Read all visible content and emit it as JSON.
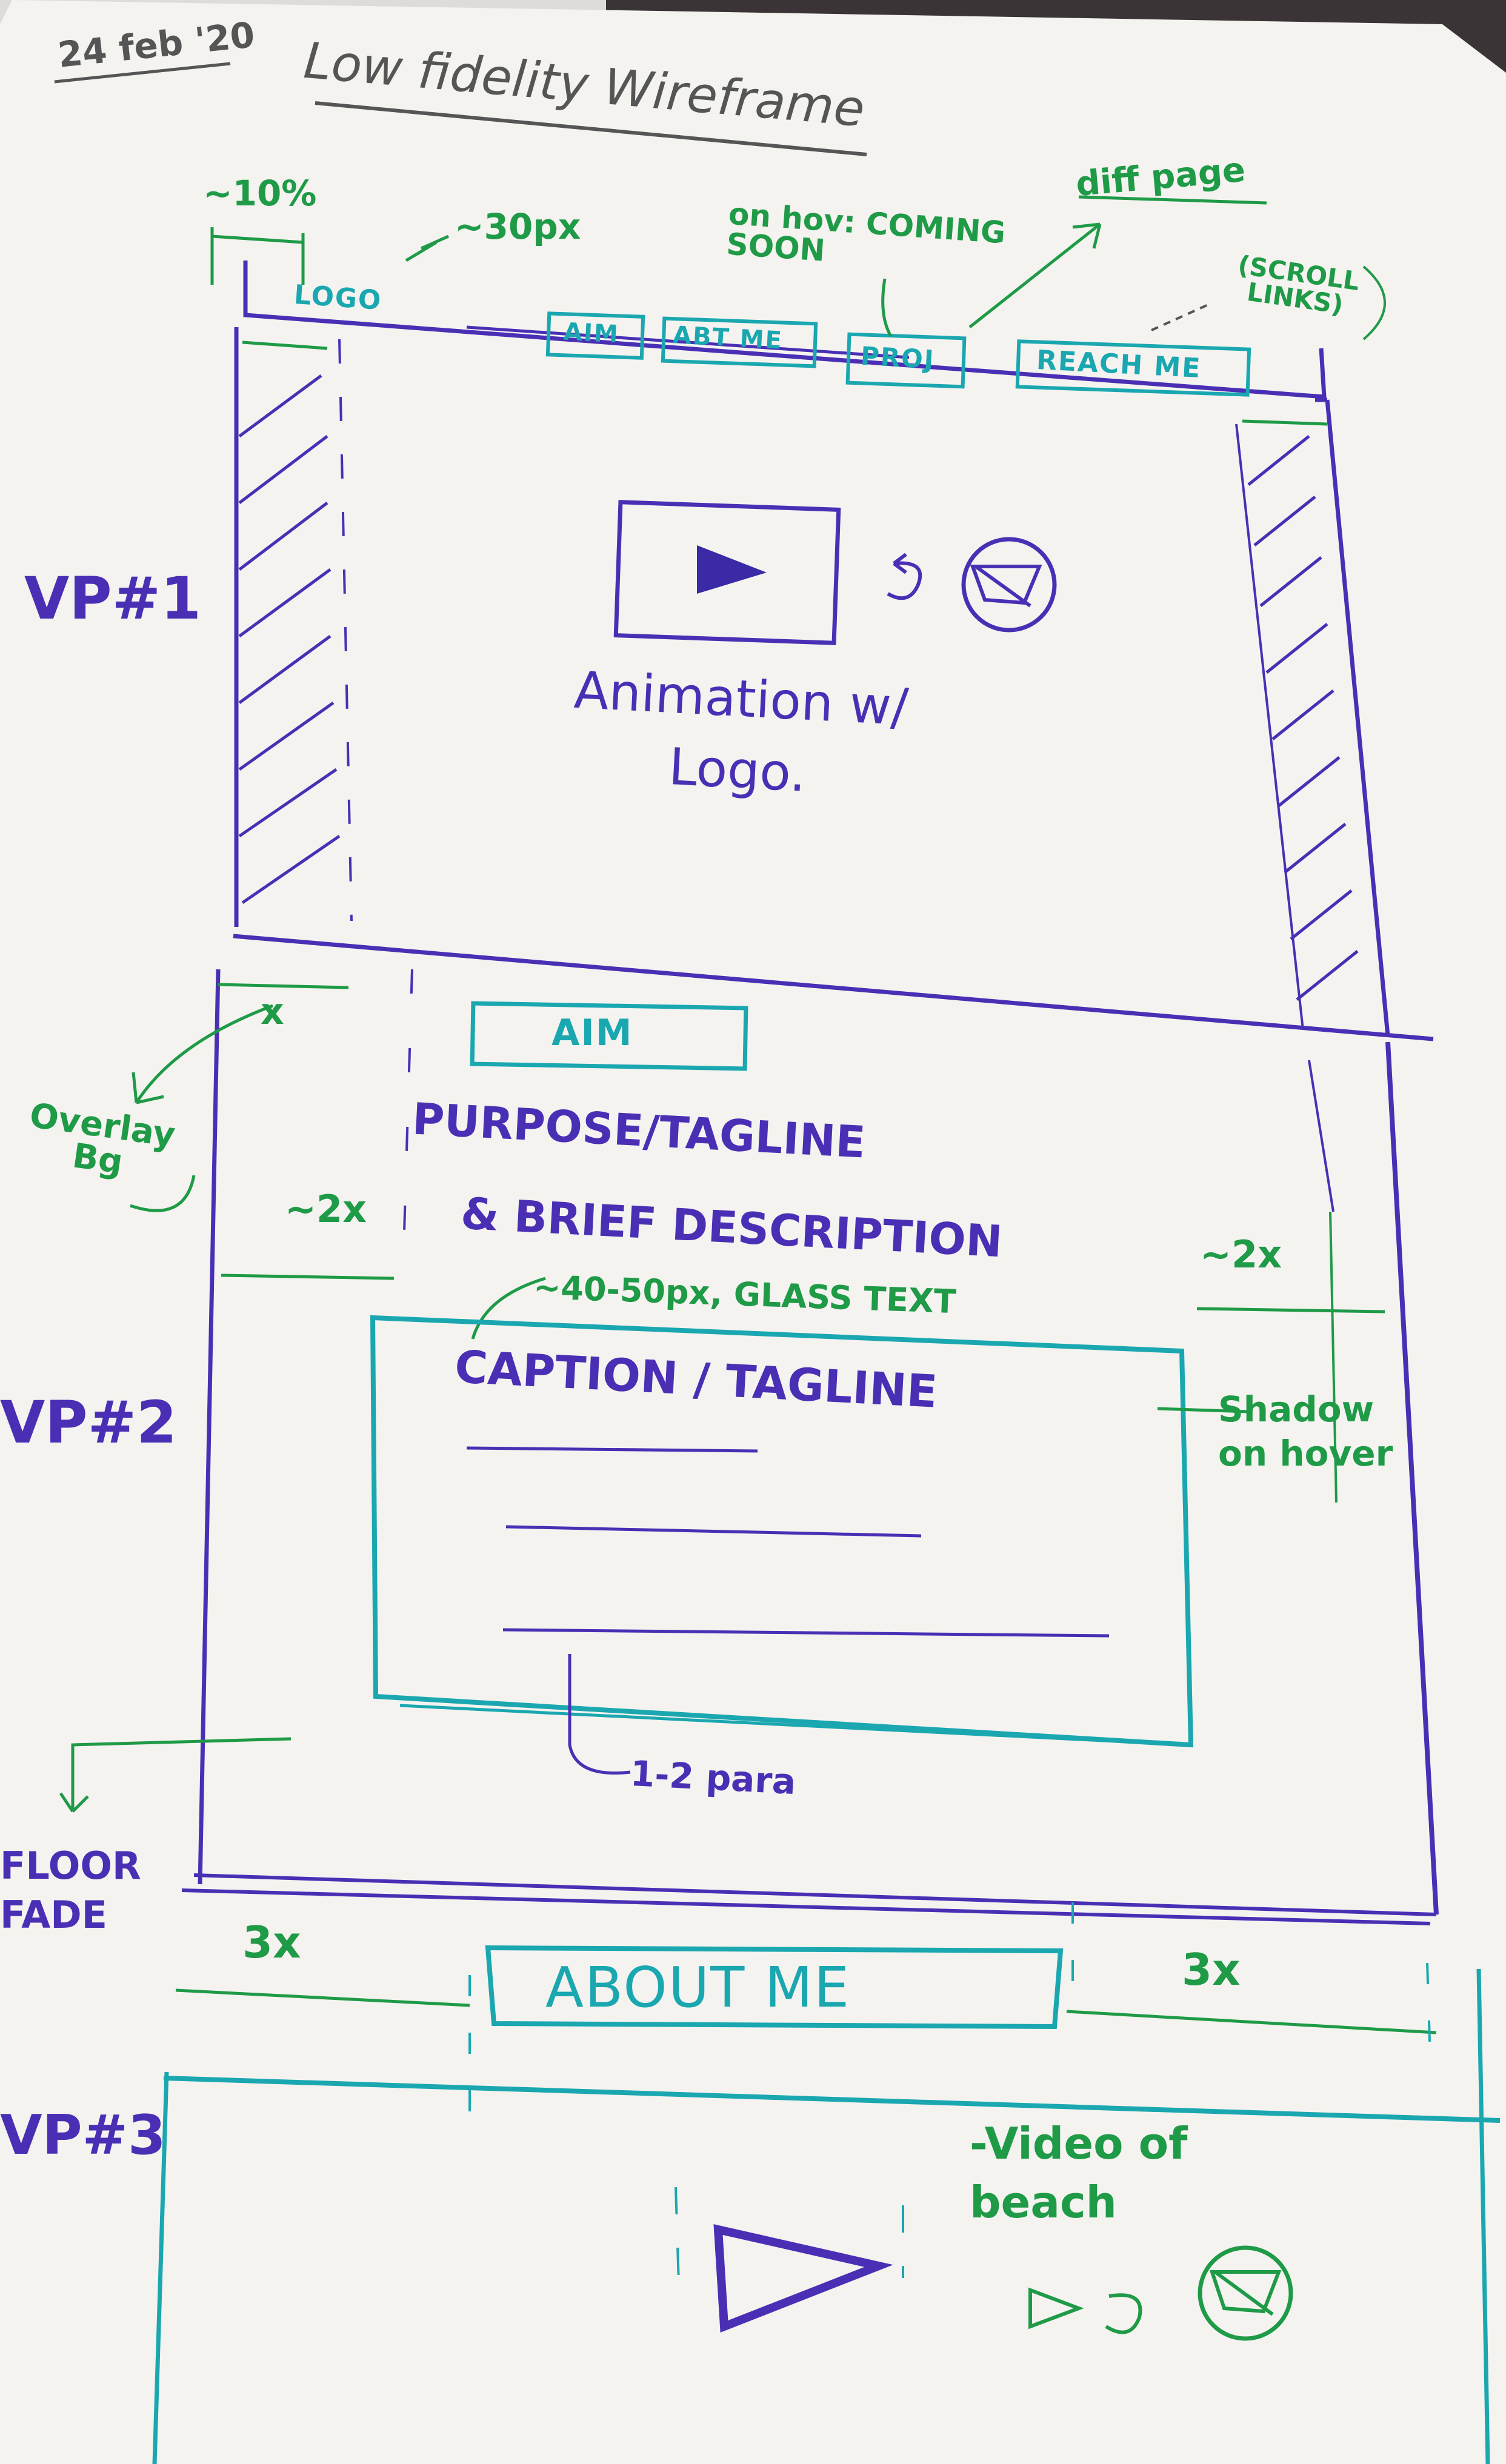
{
  "header": {
    "date": "24 feb '20",
    "title": "Low fidelity Wireframe"
  },
  "nav": {
    "logo": "LOGO",
    "items": [
      "AIM",
      "ABT ME",
      "PROJ",
      "REACH ME"
    ]
  },
  "annotations": {
    "logo_width": "~10%",
    "nav_height": "~30px",
    "proj_hover": "on hov: COMING SOON",
    "diff_page": "diff page",
    "scroll_links": "(SCROLL LINKS)",
    "x_label": "x",
    "overlay_bg": "Overlay Bg",
    "two_x_left": "~2x",
    "two_x_right": "~2x",
    "glass_text": "~40-50px, GLASS TEXT",
    "shadow_hover": "Shadow on hover",
    "para": "1-2 para",
    "floor_fade": "FLOOR FADE",
    "three_x_left": "3x",
    "three_x_right": "3x",
    "video_beach": "-Video of beach"
  },
  "viewports": {
    "vp1": {
      "label": "VP#1",
      "animation": "Animation w/ Logo."
    },
    "vp2": {
      "label": "VP#2",
      "aim": "AIM",
      "purpose": "PURPOSE/TAGLINE",
      "brief": "& BRIEF DESCRIPTION",
      "caption": "CAPTION / TAGLINE"
    },
    "vp3": {
      "label": "VP#3",
      "about": "ABOUT ME"
    }
  },
  "colors": {
    "paper": "#f4f3f0",
    "purple_ink": "#4a2fb5",
    "green_ink": "#1f9a47",
    "teal_ink": "#1aa7b0",
    "background": "#3a3436"
  }
}
